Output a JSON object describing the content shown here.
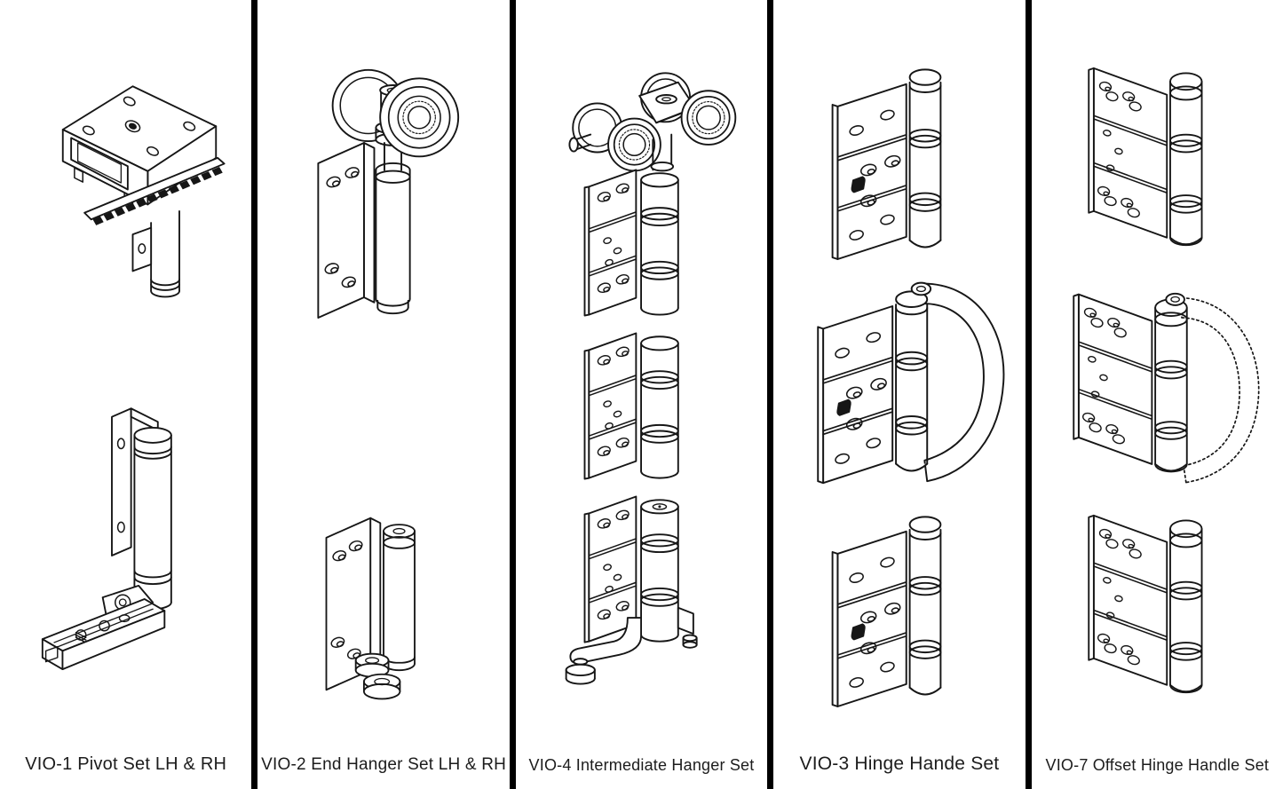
{
  "page": {
    "background": "#ffffff",
    "divider_color": "#000000",
    "line_color": "#161616",
    "text_color": "#1c1c1c"
  },
  "columns": [
    {
      "id": "vio-1",
      "label": "VIO-1 Pivot Set LH & RH",
      "illustrations": [
        "top-pivot-illustration",
        "floor-pivot-illustration"
      ]
    },
    {
      "id": "vio-2",
      "label": "VIO-2 End Hanger Set LH & RH",
      "illustrations": [
        "end-hanger-roller-illustration",
        "end-hanger-hinge-illustration"
      ]
    },
    {
      "id": "vio-4",
      "label": "VIO-4 Intermediate Hanger Set",
      "illustrations": [
        "intermediate-hanger-illustration"
      ]
    },
    {
      "id": "vio-3",
      "label": "VIO-3 Hinge Hande Set",
      "illustrations": [
        "hinge-illustration-top",
        "hinge-with-handle-illustration",
        "hinge-illustration-bottom"
      ]
    },
    {
      "id": "vio-7",
      "label": "VIO-7 Offset Hinge Handle Set",
      "illustrations": [
        "offset-hinge-illustration-top",
        "offset-hinge-with-handle-illustration",
        "offset-hinge-illustration-bottom"
      ]
    }
  ]
}
